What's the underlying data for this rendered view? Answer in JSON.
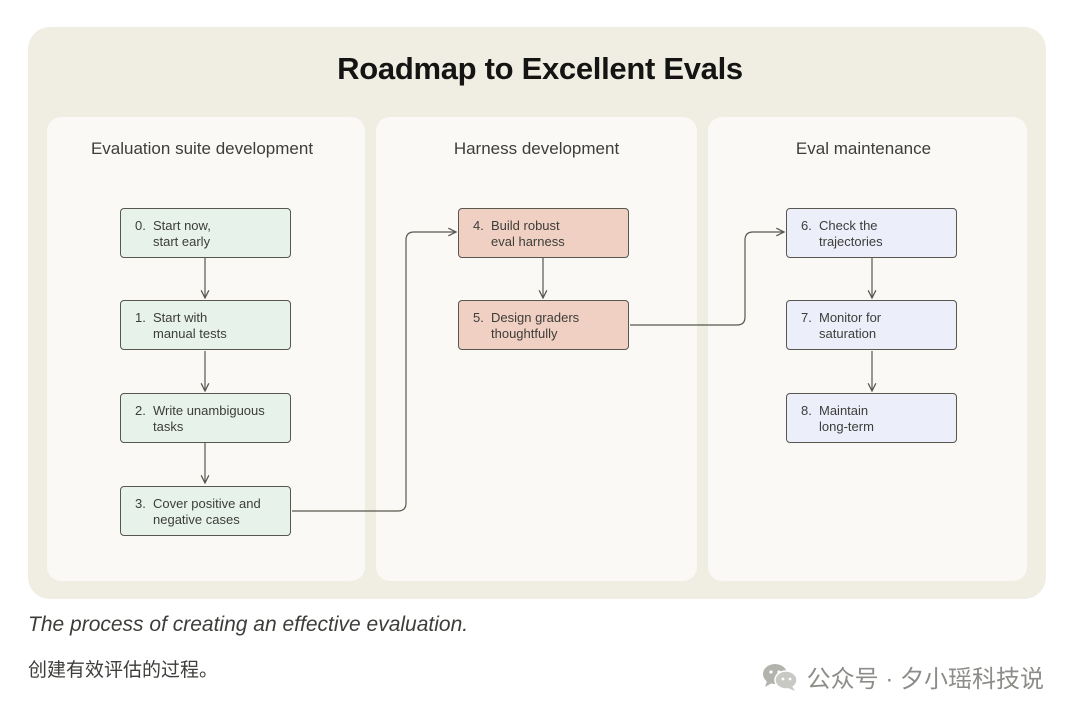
{
  "diagram": {
    "title": "Roadmap to Excellent Evals",
    "columns": [
      {
        "title": "Evaluation suite development",
        "steps": [
          {
            "num": "0.",
            "lines": [
              "Start now,",
              "start early"
            ]
          },
          {
            "num": "1.",
            "lines": [
              "Start with",
              "manual tests"
            ]
          },
          {
            "num": "2.",
            "lines": [
              "Write unambiguous",
              "tasks"
            ]
          },
          {
            "num": "3.",
            "lines": [
              "Cover positive and",
              "negative cases"
            ]
          }
        ]
      },
      {
        "title": "Harness development",
        "steps": [
          {
            "num": "4.",
            "lines": [
              "Build robust",
              "eval harness"
            ]
          },
          {
            "num": "5.",
            "lines": [
              "Design graders",
              "thoughtfully"
            ]
          }
        ]
      },
      {
        "title": "Eval maintenance",
        "steps": [
          {
            "num": "6.",
            "lines": [
              "Check the",
              "trajectories"
            ]
          },
          {
            "num": "7.",
            "lines": [
              "Monitor for",
              "saturation"
            ]
          },
          {
            "num": "8.",
            "lines": [
              "Maintain",
              "long-term"
            ]
          }
        ]
      }
    ],
    "colors": {
      "panel": "#f0ede3",
      "column": "#faf9f5",
      "suite_step": "#e6f2ea",
      "harness_step": "#f0d0c2",
      "maintenance_step": "#eceefa",
      "stroke": "#57574f"
    }
  },
  "caption": {
    "english": "The process of creating an effective evaluation.",
    "chinese": "创建有效评估的过程。"
  },
  "watermark": {
    "icon": "wechat-icon",
    "text": "公众号 · 夕小瑶科技说"
  }
}
